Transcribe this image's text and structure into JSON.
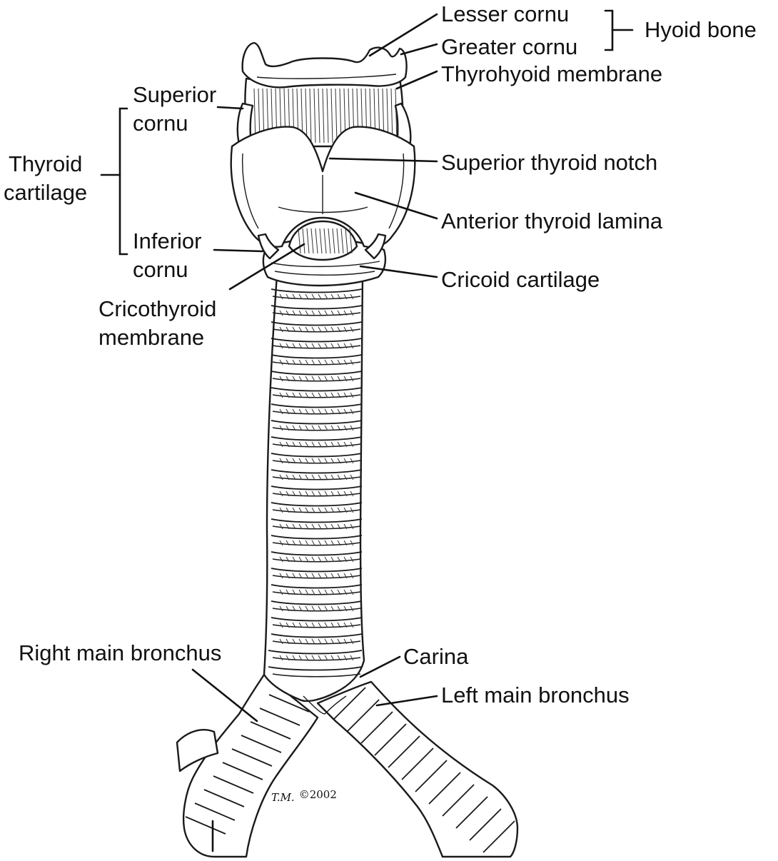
{
  "labels": {
    "lesser_cornu": "Lesser cornu",
    "greater_cornu": "Greater cornu",
    "hyoid_bone": "Hyoid bone",
    "thyrohyoid_membrane": "Thyrohyoid membrane",
    "superior_cornu_1": "Superior",
    "superior_cornu_2": "cornu",
    "thyroid_cartilage_1": "Thyroid",
    "thyroid_cartilage_2": "cartilage",
    "superior_thyroid_notch": "Superior thyroid notch",
    "anterior_thyroid_lamina": "Anterior thyroid lamina",
    "inferior_cornu_1": "Inferior",
    "inferior_cornu_2": "cornu",
    "cricoid_cartilage": "Cricoid cartilage",
    "cricothyroid_membrane_1": "Cricothyroid",
    "cricothyroid_membrane_2": "membrane",
    "right_main_bronchus": "Right main bronchus",
    "carina": "Carina",
    "left_main_bronchus": "Left main bronchus"
  },
  "signature": {
    "initials": "T.M.",
    "copyright": "©2002"
  },
  "colors": {
    "ink": "#111111",
    "background": "#ffffff"
  }
}
